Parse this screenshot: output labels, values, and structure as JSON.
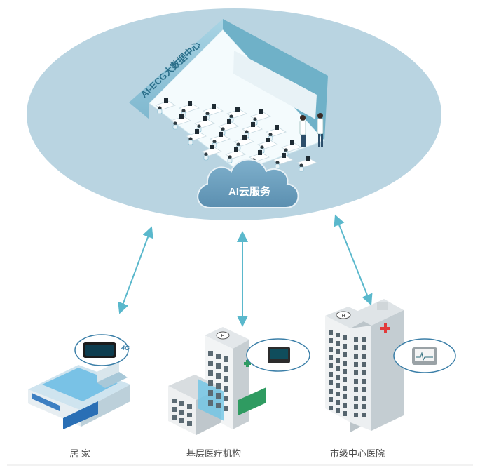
{
  "center": {
    "room_sign": "AI-ECG大数据中心",
    "cloud_label": "AI云服务"
  },
  "badges": {
    "network": "4G"
  },
  "sites": {
    "home_label": "居 家",
    "primary_label": "基层医疗机构",
    "hospital_label": "市级中心医院"
  },
  "colors": {
    "ellipse": "#b7d3e0",
    "cloud": "#6c9fbd",
    "arrow": "#5ab8cc",
    "room_floor": "#ffffff",
    "room_wall": "#8fc4d8"
  }
}
